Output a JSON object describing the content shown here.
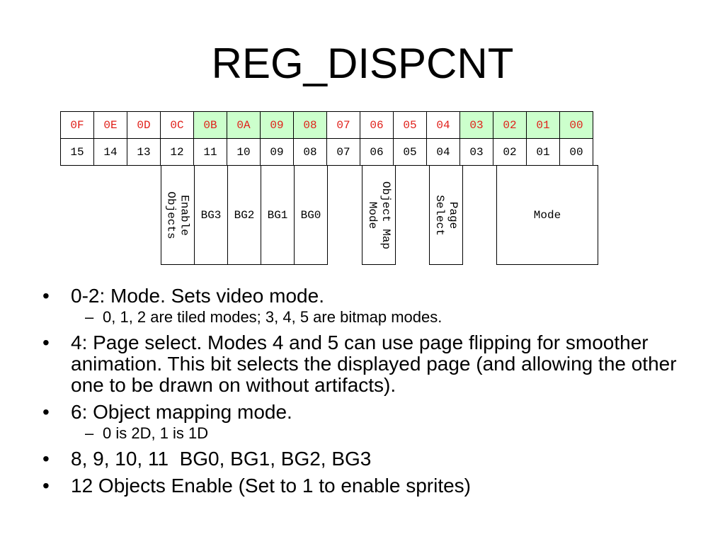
{
  "title": "REG_DISPCNT",
  "register": {
    "hex": [
      "0F",
      "0E",
      "0D",
      "0C",
      "0B",
      "0A",
      "09",
      "08",
      "07",
      "06",
      "05",
      "04",
      "03",
      "02",
      "01",
      "00"
    ],
    "dec": [
      "15",
      "14",
      "13",
      "12",
      "11",
      "10",
      "09",
      "08",
      "07",
      "06",
      "05",
      "04",
      "03",
      "02",
      "01",
      "00"
    ],
    "highlighted_bits": [
      "0B",
      "0A",
      "09",
      "08",
      "03",
      "02",
      "01",
      "00"
    ],
    "highlight_color": "#ccffcc",
    "hex_text_color": "#e0201a",
    "fields": {
      "enable_objects": "Enable\nObjects",
      "bg3": "BG3",
      "bg2": "BG2",
      "bg1": "BG1",
      "bg0": "BG0",
      "object_map_mode": "Object Map\nMode",
      "page_select": "Page\nSelect",
      "mode": "Mode"
    }
  },
  "bullets": {
    "mode": "0-2: Mode. Sets video mode.",
    "mode_sub": "0, 1, 2 are tiled modes; 3, 4, 5 are bitmap modes.",
    "page": "4: Page select. Modes 4 and 5 can use page flipping for smoother animation. This bit selects the displayed page (and allowing the other one to be drawn on without artifacts).",
    "obj": "6: Object mapping mode.",
    "obj_sub": "0 is 2D, 1 is 1D",
    "bg": "8, 9, 10, 11  BG0, BG1, BG2, BG3",
    "objects": "12 Objects Enable (Set to 1 to enable sprites)"
  }
}
